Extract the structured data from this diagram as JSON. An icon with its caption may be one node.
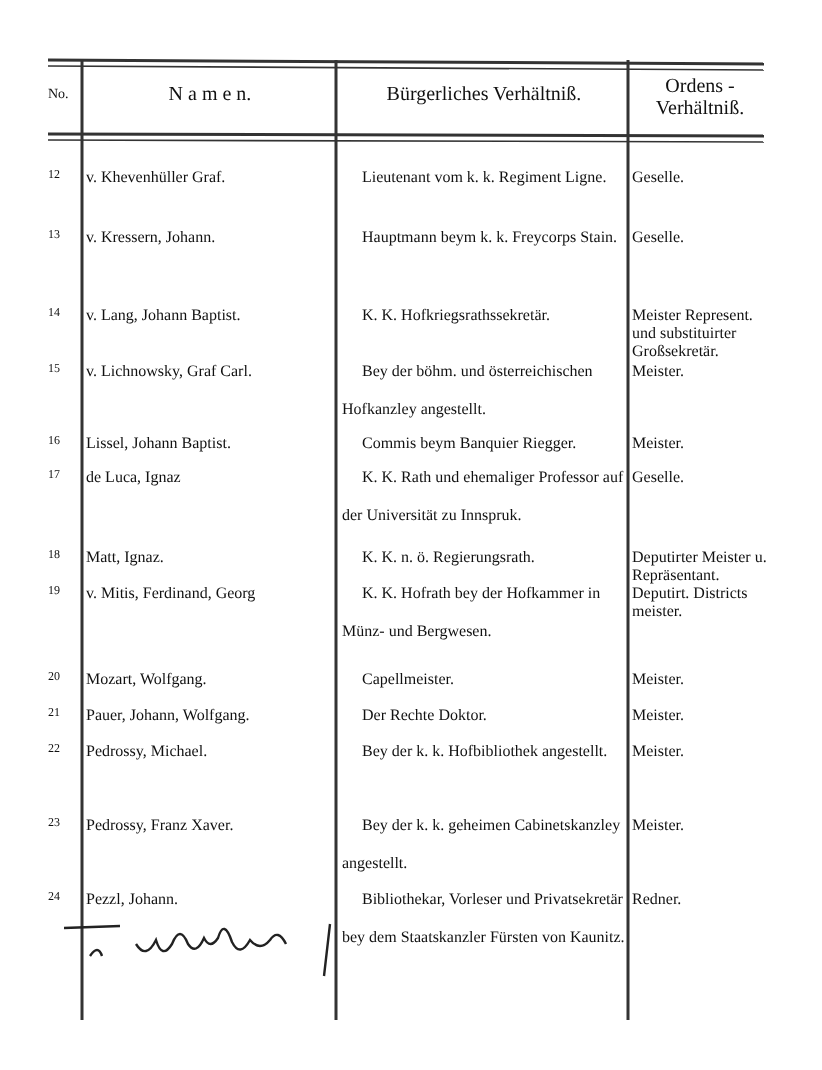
{
  "diagram": {
    "labels": [
      "No.",
      "N a m e n.",
      "Bürgerliches Verhältniß.",
      "Ordens - Verhältniß.",
      "12",
      "v. Khevenhüller Graf.",
      "Lieutenant vom k. k. Regiment Ligne.",
      "Geselle.",
      "13",
      "v. Kressern, Johann.",
      "Hauptmann beym k. k. Freycorps Stain.",
      "Geselle.",
      "14",
      "v. Lang, Johann Baptist.",
      "K. K. Hofkriegsrathssekretär.",
      "Meister Represent. und substituirter Großsekretär.",
      "15",
      "v. Lichnowsky, Graf Carl.",
      "Bey der böhm. und österreichischen Hofkanzley angestellt.",
      "Meister.",
      "16",
      "Lissel, Johann Baptist.",
      "Commis beym Banquier Riegger.",
      "Meister.",
      "17",
      "de Luca, Ignaz",
      "K. K. Rath und ehemaliger Professor auf der Universität zu Innspruk.",
      "Geselle.",
      "18",
      "Matt, Ignaz.",
      "K. K. n. ö. Regierungsrath.",
      "Deputirter Meister u. Repräsentant.",
      "19",
      "v. Mitis, Ferdinand, Georg",
      "K. K. Hofrath bey der Hofkammer in Münz- und Bergwesen.",
      "Deputirt. Districts meister.",
      "20",
      "Mozart, Wolfgang.",
      "Capellmeister.",
      "Meister.",
      "21",
      "Pauer, Johann, Wolfgang.",
      "Der Rechte Doktor.",
      "Meister.",
      "22",
      "Pedrossy, Michael.",
      "Bey der k. k. Hofbibliothek angestellt.",
      "Meister.",
      "23",
      "Pedrossy, Franz Xaver.",
      "Bey der k. k. geheimen Cabinetskanzley angestellt.",
      "Meister.",
      "24",
      "Pezzl, Johann.",
      "Bibliothekar, Vorleser und Privatsekretär bey dem Staatskanzler Fürsten von Kaunitz.",
      "Redner."
    ]
  }
}
